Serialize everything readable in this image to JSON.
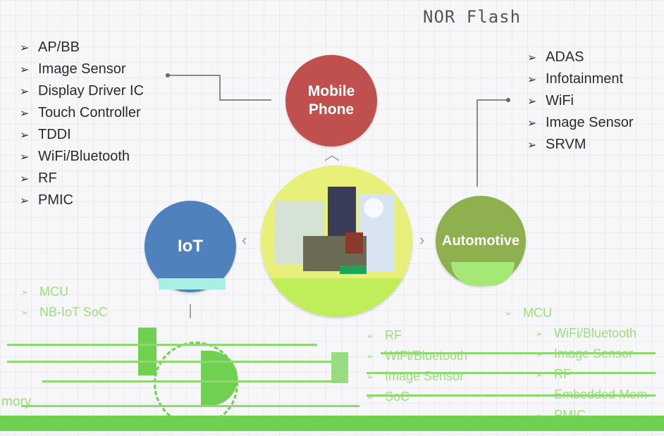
{
  "title": "NOR Flash",
  "mobile": {
    "label_line1": "Mobile",
    "label_line2": "Phone",
    "items": [
      "AP/BB",
      "Image Sensor",
      "Display Driver IC",
      "Touch Controller",
      "TDDI",
      "WiFi/Bluetooth",
      "RF",
      "PMIC"
    ]
  },
  "automotive": {
    "label": "Automotive",
    "items": [
      "ADAS",
      "Infotainment",
      "WiFi",
      "Image Sensor",
      "SRVM"
    ]
  },
  "iot": {
    "label": "IoT",
    "items": [
      "MCU",
      "NB-IoT SoC"
    ]
  },
  "lower_right": {
    "items": [
      "MCU",
      "WiFi/Bluetooth",
      "Image Sensor",
      "RF",
      "Embedded Mem",
      "PMIC"
    ]
  },
  "lower_center": {
    "items": [
      "RF",
      "WiFi/Bluetooth",
      "Image Sensor",
      "SoC"
    ]
  },
  "fragments": {
    "memory": "mory"
  },
  "colors": {
    "mobile": "#c0504d",
    "iot": "#4f81bd",
    "automotive": "#8fb04e",
    "artifact_green": "#6fd14f"
  },
  "icons": {
    "bullet": "➢",
    "chevron_up": "︿",
    "chevron_left": "‹",
    "chevron_right": "›"
  }
}
